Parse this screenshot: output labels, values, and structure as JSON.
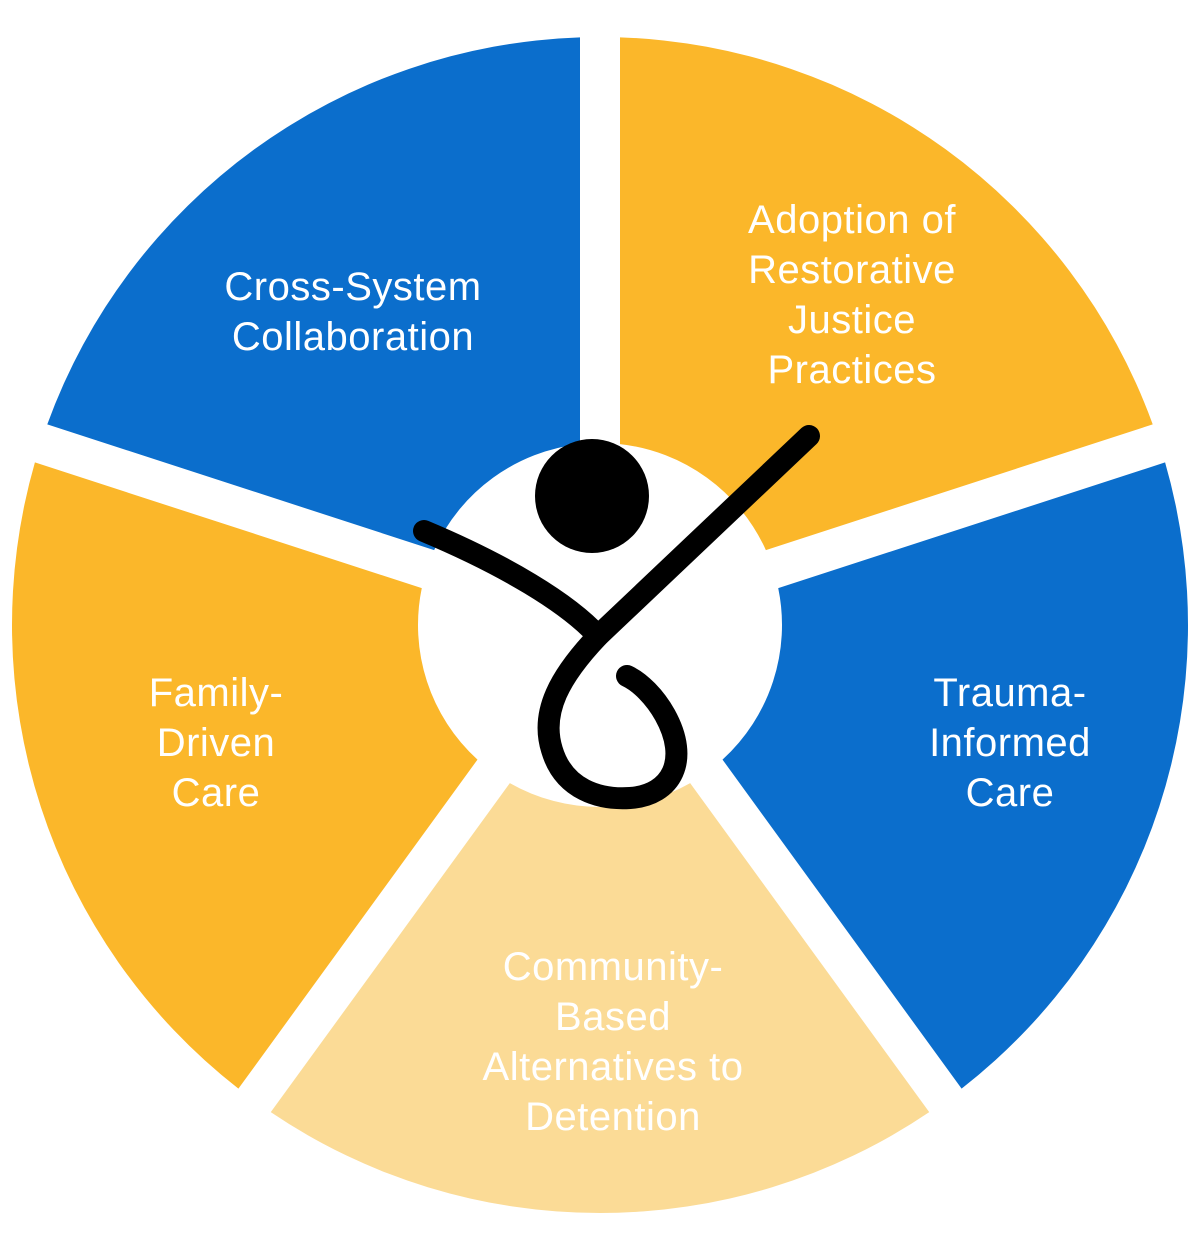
{
  "colors": {
    "blue": "#0B6ECC",
    "gold": "#FBB72A",
    "pale_gold": "#FBDB96",
    "white": "#FFFFFF",
    "figure": "#000000"
  },
  "center_figure": {
    "icon": "person-figure-icon"
  },
  "segments": [
    {
      "name": "cross-system-collaboration",
      "color": "#0B6ECC",
      "lines": [
        "Cross-System",
        "Collaboration"
      ]
    },
    {
      "name": "adoption-of-restorative-justice-practices",
      "color": "#FBB72A",
      "lines": [
        "Adoption of",
        "Restorative",
        "Justice",
        "Practices"
      ]
    },
    {
      "name": "trauma-informed-care",
      "color": "#0B6ECC",
      "lines": [
        "Trauma-",
        "Informed",
        "Care"
      ]
    },
    {
      "name": "community-based-alternatives-to-detention",
      "color": "#FBDB96",
      "lines": [
        "Community-",
        "Based",
        "Alternatives to",
        "Detention"
      ]
    },
    {
      "name": "family-driven-care",
      "color": "#FBB72A",
      "lines": [
        "Family-",
        "Driven",
        "Care"
      ]
    }
  ]
}
